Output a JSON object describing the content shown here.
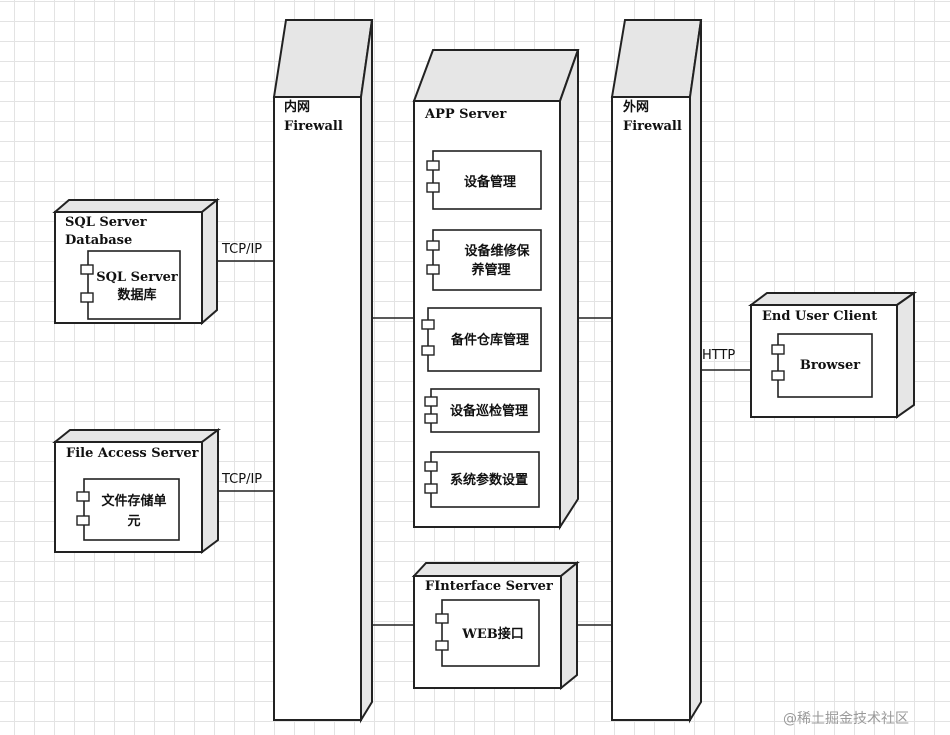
{
  "nodes": {
    "inner_firewall": {
      "title_lines": [
        "内网",
        "Firewall"
      ]
    },
    "app_server": {
      "title": "APP Server",
      "components": [
        {
          "lines": [
            "设备管理"
          ]
        },
        {
          "lines": [
            "设备维修保",
            "养管理"
          ]
        },
        {
          "lines": [
            "备件仓库管理"
          ]
        },
        {
          "lines": [
            "设备巡检管理"
          ]
        },
        {
          "lines": [
            "系统参数设置"
          ]
        }
      ]
    },
    "outer_firewall": {
      "title_lines": [
        "外网",
        "Firewall"
      ]
    },
    "sql_server_db": {
      "title_lines": [
        "SQL Server",
        "Database"
      ],
      "component": {
        "lines": [
          "SQL Server",
          "数据库"
        ]
      }
    },
    "file_access_server": {
      "title": "File Access Server",
      "component": {
        "lines": [
          "文件存储单",
          "元"
        ]
      }
    },
    "finterface_server": {
      "title": "FInterface Server",
      "component": {
        "lines": [
          "WEB接口"
        ]
      }
    },
    "end_user_client": {
      "title": "End User Client",
      "component": {
        "lines": [
          "Browser"
        ]
      }
    }
  },
  "edges": {
    "sql_to_inner": "TCP/IP",
    "file_to_inner": "TCP/IP",
    "outer_to_client": "HTTP"
  },
  "watermark": "@稀土掘金技术社区"
}
